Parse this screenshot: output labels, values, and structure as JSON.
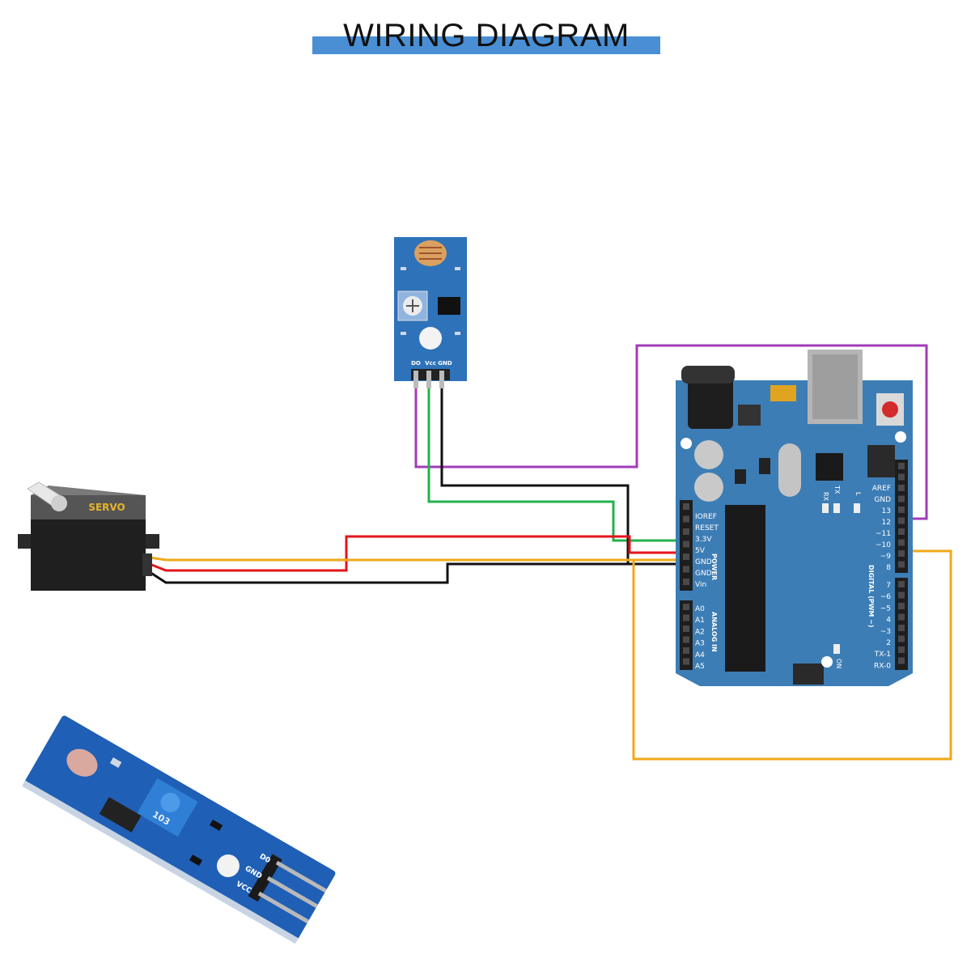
{
  "title": "WIRING DIAGRAM",
  "servo": {
    "label": "SERVO"
  },
  "ldr_module": {
    "pins": [
      "DO",
      "Vcc",
      "GND"
    ]
  },
  "arduino": {
    "power_header": [
      "IOREF",
      "RESET",
      "3.3V",
      "5V",
      "GND",
      "GND",
      "Vin"
    ],
    "power_section": "POWER",
    "analog_header": [
      "A0",
      "A1",
      "A2",
      "A3",
      "A4",
      "A5"
    ],
    "analog_section": "ANALOG IN",
    "digital_upper": [
      "AREF",
      "GND",
      "13",
      "12",
      "~11",
      "~10",
      "~9",
      "8"
    ],
    "digital_lower": [
      "7",
      "~6",
      "~5",
      "4",
      "~3",
      "2",
      "TX-1",
      "RX-0"
    ],
    "digital_section": "DIGITAL (PWM ~)",
    "leds": [
      "RX",
      "TX",
      "L"
    ],
    "on_led": "ON"
  },
  "photo_module": {
    "pins": [
      "D0",
      "GND",
      "VCC"
    ],
    "pot_code": "103"
  },
  "colors": {
    "title_bar": "#4a8fd4",
    "arduino_board": "#3d7db5",
    "ldr_board": "#2e72b9",
    "wire_purple": "#a23bb8",
    "wire_green": "#22b24c",
    "wire_black": "#111111",
    "wire_red": "#e3141b",
    "wire_orange": "#f0a818"
  }
}
